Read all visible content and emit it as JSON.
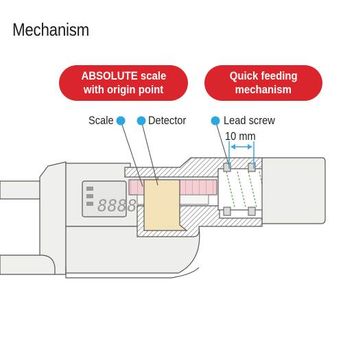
{
  "title": "Mechanism",
  "callouts": {
    "absolute_line1": "ABSOLUTE scale",
    "absolute_line2": "with origin point",
    "quick_line1": "Quick feeding",
    "quick_line2": "mechanism"
  },
  "labels": {
    "scale": "Scale",
    "detector": "Detector",
    "lead_screw": "Lead screw",
    "pitch": "10 mm"
  },
  "display_digits": "8888",
  "colors": {
    "accent_red": "#d9252b",
    "marker_blue": "#29a8e0",
    "dimension_blue": "#3aa9d8",
    "detector_fill": "#f4e3b8",
    "scale_fill": "#f3cfd3",
    "body_gray": "#eeeeea",
    "hatch_gray": "#8a8a8a"
  }
}
